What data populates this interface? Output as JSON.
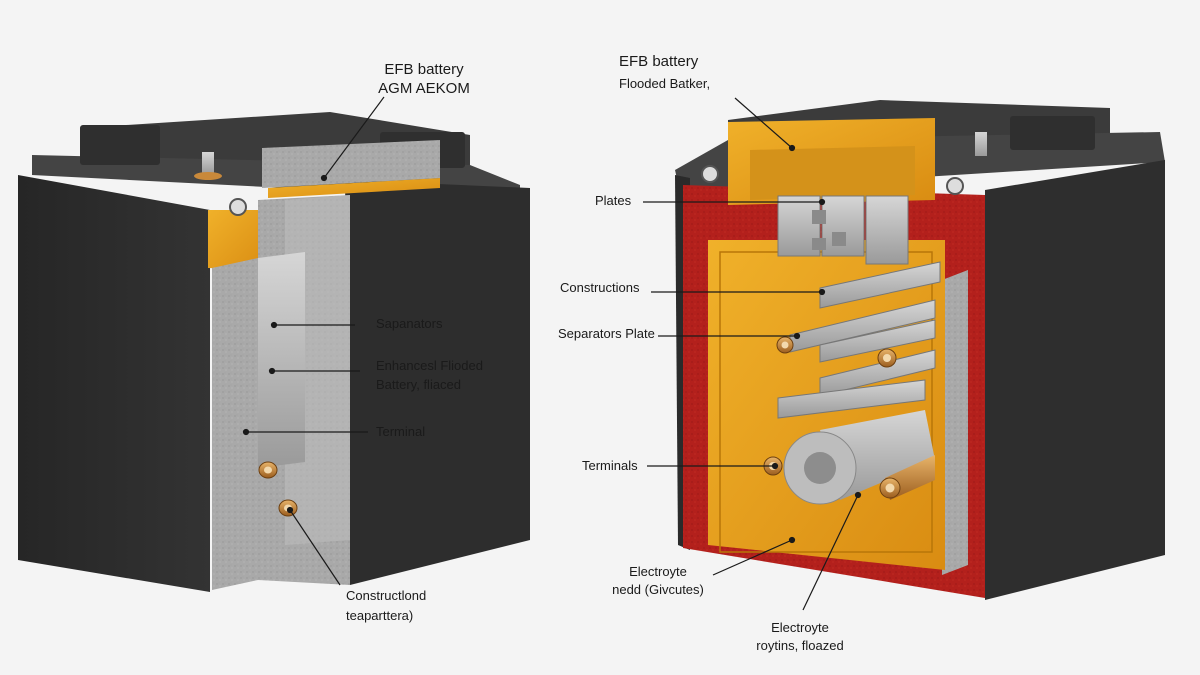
{
  "left_battery": {
    "title_line1": "EFB battery",
    "title_line2": "AGM AEKOM",
    "labels": {
      "separators": "Sapanators",
      "enhanced_line1": "Enhancesl Flioded",
      "enhanced_line2": "Battery, fliaced",
      "terminal": "Terminal",
      "construction_line1": "Constructlond",
      "construction_line2": "teaparttera)"
    }
  },
  "right_battery": {
    "title_line1": "EFB battery",
    "title_line2": "Flooded Batker,",
    "labels": {
      "plates": "Plates",
      "constructions": "Constructions",
      "separators_plate": "Separators Plate",
      "terminals": "Terminals",
      "electrolyte1_line1": "Electroyte",
      "electrolyte1_line2": "nedd (Givcutes)",
      "electrolyte2_line1": "Electroyte",
      "electrolyte2_line2": "roytins, floazed"
    }
  },
  "colors": {
    "case": "#2a2a2a",
    "case_dark": "#1c1c1c",
    "lid": "#3a3a3a",
    "foam": "#a8a8a8",
    "orange": "#e8a21a",
    "red_foam": "#b81e1e",
    "copper": "#c9893a",
    "background": "#f4f4f4"
  }
}
